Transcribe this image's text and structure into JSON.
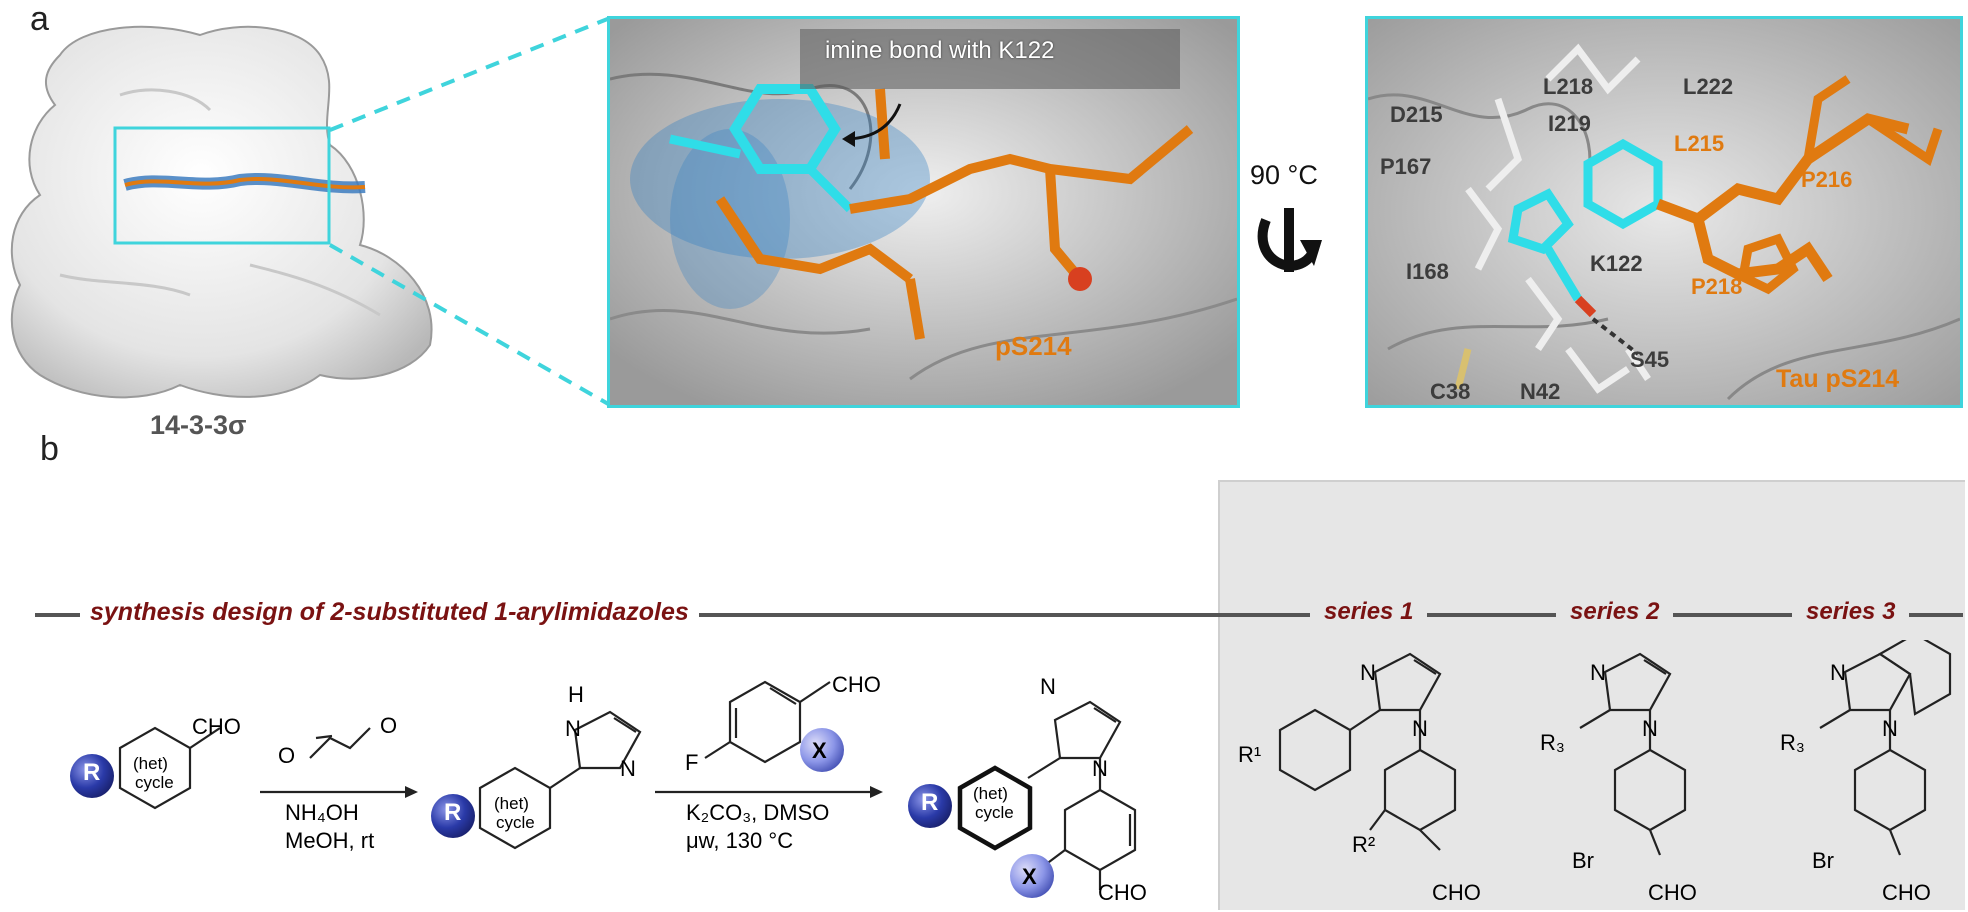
{
  "panel_a": {
    "letter": "a",
    "protein_label": "14-3-3σ",
    "zoom": {
      "annotation": "imine bond with K122",
      "residue_label": "pS214"
    },
    "rotation_label": "90 °C",
    "detail": {
      "residues_grey": [
        "L218",
        "L222",
        "D215",
        "I219",
        "P167",
        "I168",
        "K122",
        "S45",
        "C38",
        "N42"
      ],
      "residues_orange": [
        "L215",
        "P216",
        "P218",
        "Tau pS214"
      ]
    }
  },
  "panel_b": {
    "letter": "b",
    "header": "synthesis design of 2-substituted 1-arylimidazoles",
    "series": [
      "series 1",
      "series 2",
      "series 3"
    ],
    "scheme": {
      "start_substituent": "R",
      "ring_label_1": "(het)",
      "ring_label_2": "cycle",
      "aldehyde": "CHO",
      "glyoxal_o1": "O",
      "glyoxal_o2": "O",
      "step1_cond1": "NH₄OH",
      "step1_cond2": "MeOH, rt",
      "imidazole_h": "H",
      "imidazole_n1": "N",
      "imidazole_n2": "N",
      "aryl_f": "F",
      "aryl_x": "X",
      "aryl_cho": "CHO",
      "step2_cond1": "K₂CO₃, DMSO",
      "step2_cond2": "μw, 130 °C",
      "product_x": "X",
      "product_cho": "CHO",
      "product_n1": "N",
      "product_n2": "N"
    },
    "series_structures": {
      "s1": {
        "r1": "R¹",
        "r2": "R²",
        "n1": "N",
        "n2": "N",
        "cho": "CHO"
      },
      "s2": {
        "r3": "R₃",
        "br": "Br",
        "n1": "N",
        "n2": "N",
        "cho": "CHO"
      },
      "s3": {
        "r3": "R₃",
        "br": "Br",
        "n1": "N",
        "n2": "N",
        "cho": "CHO"
      }
    }
  },
  "colors": {
    "cyan_frame": "#3fd4dc",
    "orange_peptide": "#e07a10",
    "dark_red_text": "#7a1212",
    "blue_bead": "#2a3aa8",
    "grey_panel": "#e6e6e6"
  }
}
